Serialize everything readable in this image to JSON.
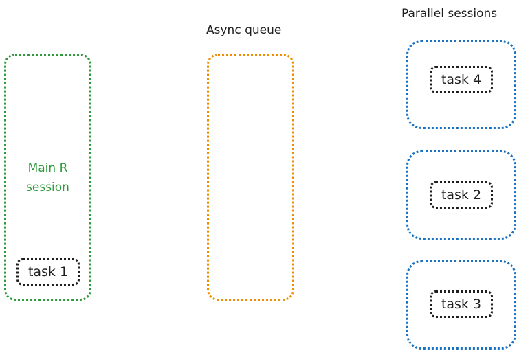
{
  "headings": {
    "async_queue": "Async queue",
    "parallel_sessions": "Parallel sessions"
  },
  "main_session": {
    "label_line1": "Main R",
    "label_line2": "session"
  },
  "tasks": {
    "task1": "task 1",
    "task2": "task 2",
    "task3": "task 3",
    "task4": "task 4"
  },
  "colors": {
    "main_session": "#2e9a3c",
    "async_queue": "#f08c00",
    "parallel_sessions": "#1971c2",
    "task": "#1e1e1e"
  }
}
